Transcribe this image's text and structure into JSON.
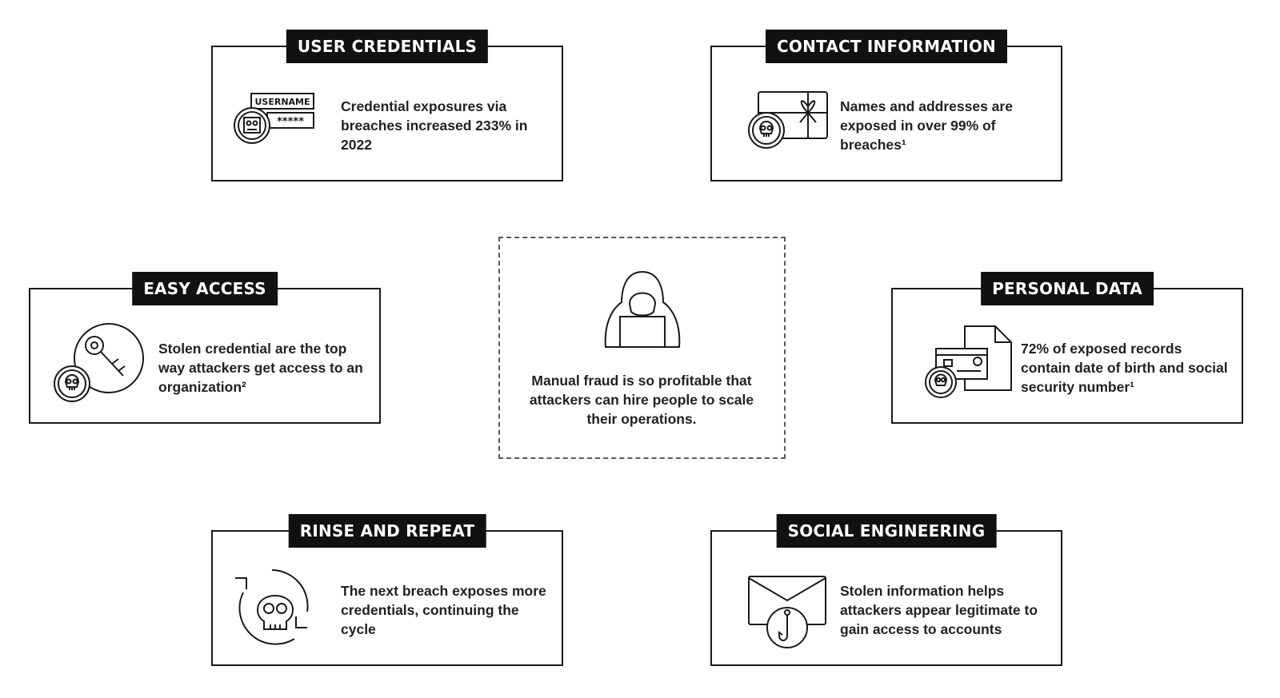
{
  "cards": {
    "user_credentials": {
      "title": "USER CREDENTIALS",
      "text": "Credential exposures via breaches increased 233% in 2022",
      "icon": "credentials-icon",
      "icon_labels": {
        "username": "USERNAME",
        "password": "*****"
      }
    },
    "contact_information": {
      "title": "CONTACT INFORMATION",
      "text": "Names and addresses are exposed in over 99% of breaches¹",
      "icon": "gift-package-icon"
    },
    "easy_access": {
      "title": "EASY ACCESS",
      "text": "Stolen credential are the top way attackers get access to an organization²",
      "icon": "key-icon"
    },
    "personal_data": {
      "title": "PERSONAL DATA",
      "text": "72% of exposed records contain date of birth and social security number¹",
      "icon": "id-document-icon"
    },
    "rinse_and_repeat": {
      "title": "RINSE AND REPEAT",
      "text": "The next breach exposes more credentials, continuing the cycle",
      "icon": "cycle-skull-icon"
    },
    "social_engineering": {
      "title": "SOCIAL ENGINEERING",
      "text": "Stolen information helps attackers appear legitimate to gain access to accounts",
      "icon": "phishing-email-icon"
    }
  },
  "center": {
    "text": "Manual fraud is so profitable that attackers can hire people to scale their operations.",
    "icon": "hooded-hacker-icon"
  },
  "colors": {
    "ink": "#1a1a1a",
    "badge_bg": "#111111",
    "badge_text": "#ffffff",
    "dashed_border": "#5a5a5a"
  }
}
